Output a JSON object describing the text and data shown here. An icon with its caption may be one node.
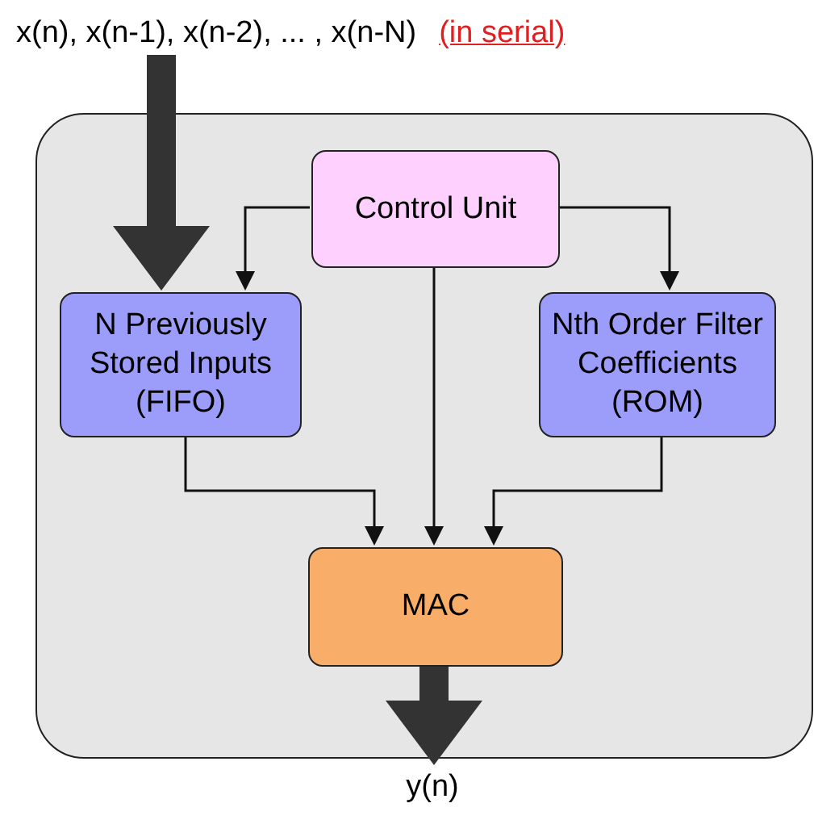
{
  "diagram": {
    "nodes": [
      {
        "text": [
          "x(n), x(n-1), x(n-2), ... , x(n-N)",
          "(in serial)"
        ]
      },
      {
        "text": [],
        "shape": "box"
      },
      {
        "text": [
          "Control Unit"
        ],
        "in": 1
      },
      {
        "text": [
          "N Previously Stored Inputs (FIFO)"
        ],
        "in": 1
      },
      {
        "text": [
          "Nth Order Filter Coefficients (ROM)"
        ],
        "in": 1
      },
      {
        "text": [
          "MAC"
        ],
        "in": 1
      },
      {
        "text": [
          "y(n)"
        ]
      }
    ],
    "edges": [
      {
        "from": 0,
        "to": 3,
        "arrow": "to",
        "style": "thick"
      },
      {
        "from": 2,
        "to": 3,
        "arrow": "to"
      },
      {
        "from": 2,
        "to": 4,
        "arrow": "to"
      },
      {
        "from": 2,
        "to": 5,
        "arrow": "to"
      },
      {
        "from": 3,
        "to": 5,
        "arrow": "to"
      },
      {
        "from": 4,
        "to": 5,
        "arrow": "to"
      },
      {
        "from": 5,
        "to": 6,
        "arrow": "to",
        "style": "thick"
      }
    ]
  }
}
